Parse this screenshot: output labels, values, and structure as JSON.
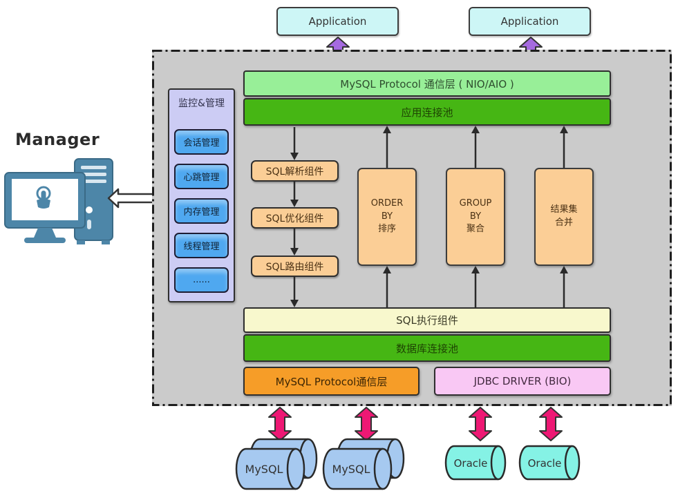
{
  "diagram": {
    "applications": [
      {
        "label": "Application"
      },
      {
        "label": "Application"
      }
    ],
    "manager": {
      "label": "Manager"
    },
    "monitor_panel": {
      "title": "监控&管理",
      "items": [
        "会话管理",
        "心跳管理",
        "内存管理",
        "线程管理",
        "......"
      ]
    },
    "layers": {
      "protocol_nio": "MySQL Protocol 通信层 ( NIO/AIO )",
      "app_pool": "应用连接池",
      "sql_exec": "SQL执行组件",
      "db_pool": "数据库连接池",
      "mysql_protocol": "MySQL Protocol通信层",
      "jdbc_driver": "JDBC DRIVER (BIO)"
    },
    "sql_chain": [
      "SQL解析组件",
      "SQL优化组件",
      "SQL路由组件"
    ],
    "merge_boxes": [
      {
        "text": "ORDER\nBY\n排序"
      },
      {
        "text": "GROUP\nBY\n聚合"
      },
      {
        "text": "结果集\n合并"
      }
    ],
    "databases": [
      {
        "label": "MySQL",
        "kind": "mysql-cluster"
      },
      {
        "label": "MySQL",
        "kind": "mysql-cluster"
      },
      {
        "label": "Oracle",
        "kind": "oracle"
      },
      {
        "label": "Oracle",
        "kind": "oracle"
      }
    ],
    "colors": {
      "application_box": "#cdf6f6",
      "container_bg": "#cbcbcb",
      "protocol_nio_bar": "#98ef98",
      "green_pool_bar": "#46b614",
      "monitor_panel": "#ccccf4",
      "monitor_button": "#4fa8f0",
      "component_box": "#fbce96",
      "exec_bar": "#f8f8cd",
      "mysql_protocol_box": "#f69d28",
      "jdbc_box": "#f9c8f4",
      "purple_arrow": "#a56ae0",
      "magenta_arrow": "#ee1874",
      "mysql_cylinder": "#a6c9f0",
      "oracle_cylinder": "#85f2e5",
      "manager_icon": "#4d86a8"
    }
  }
}
